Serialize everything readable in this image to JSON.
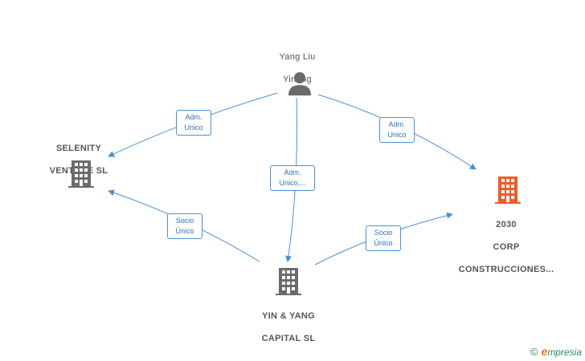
{
  "nodes": {
    "person": {
      "name_line1": "Yang Liu",
      "name_line2": "Yinong",
      "icon": "person-icon"
    },
    "selenity": {
      "name_line1": "SELENITY",
      "name_line2": "VENTURE  SL",
      "icon": "building-icon"
    },
    "corp2030": {
      "name_line1": "2030",
      "name_line2": "CORP",
      "name_line3": "CONSTRUCCIONES...",
      "icon": "building-icon"
    },
    "yinyang": {
      "name_line1": "YIN & YANG",
      "name_line2": "CAPITAL  SL",
      "icon": "building-icon"
    }
  },
  "edges": [
    {
      "id": "person-selenity",
      "line1": "Adm.",
      "line2": "Unico"
    },
    {
      "id": "person-yinyang",
      "line1": "Adm.",
      "line2": "Unico,..."
    },
    {
      "id": "person-corp2030",
      "line1": "Adm.",
      "line2": "Unico"
    },
    {
      "id": "yinyang-selenity",
      "line1": "Socio",
      "line2": "Único"
    },
    {
      "id": "yinyang-corp2030",
      "line1": "Socio",
      "line2": "Único"
    }
  ],
  "colors": {
    "edge": "#4a90d9",
    "node_gray": "#6b6b6b",
    "node_highlight": "#f05a28"
  },
  "footer": {
    "copyright": "©",
    "brand_initial": "e",
    "brand_rest": "mpresia"
  }
}
